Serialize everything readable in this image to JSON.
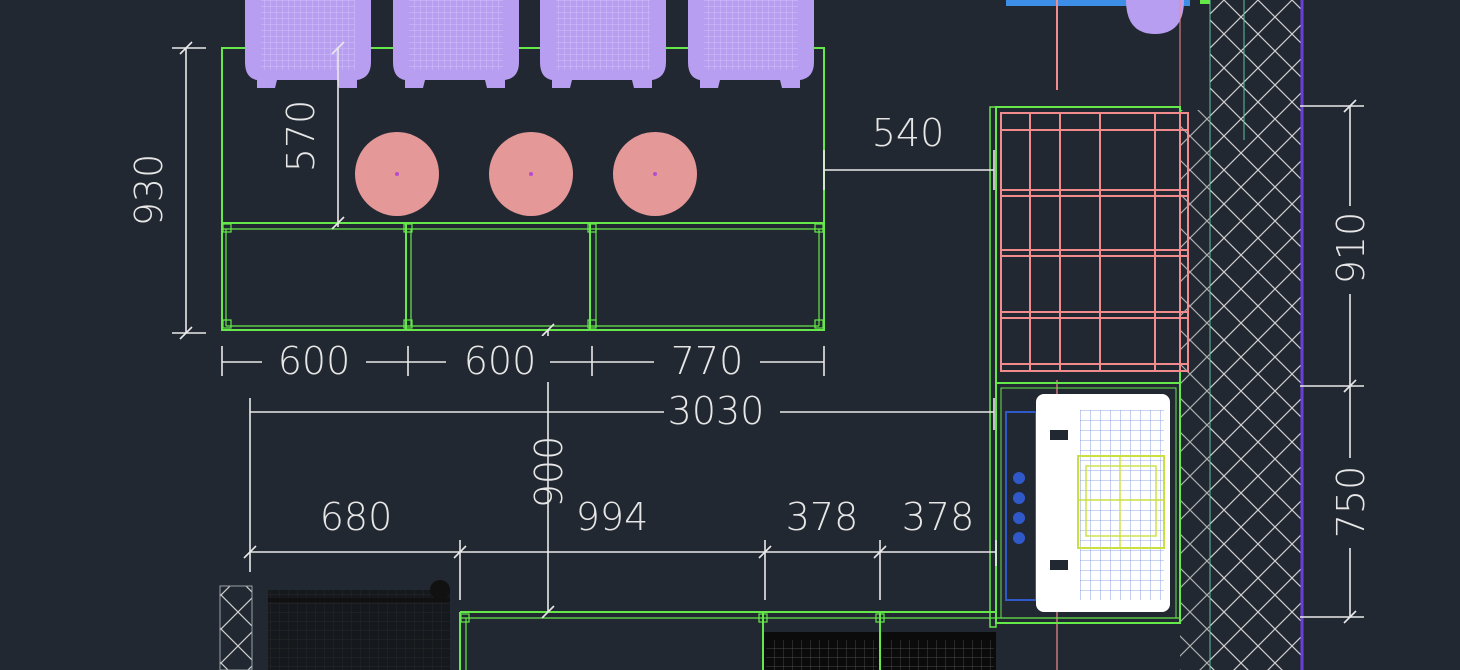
{
  "colors": {
    "background": "#222831",
    "dimension": "#e9e9e9",
    "counter_outline": "#66e84a",
    "chair": "#b89ef0",
    "stool": "#e59898",
    "fridge_rack": "#f28b8b",
    "hatch": "#cfcfcf",
    "blue_bar": "#3d8ee6"
  },
  "dimensions": {
    "top_left_vertical": "930",
    "inner_vertical": "570",
    "gap_horizontal": "540",
    "segment_1": "600",
    "segment_2": "600",
    "segment_3": "770",
    "overall": "3030",
    "vertical_center": "900",
    "bottom_1": "680",
    "bottom_2": "994",
    "bottom_3": "378",
    "bottom_4": "378",
    "right_upper": "910",
    "right_lower": "750"
  },
  "furniture": {
    "chairs": 4,
    "round_stools": 3
  }
}
